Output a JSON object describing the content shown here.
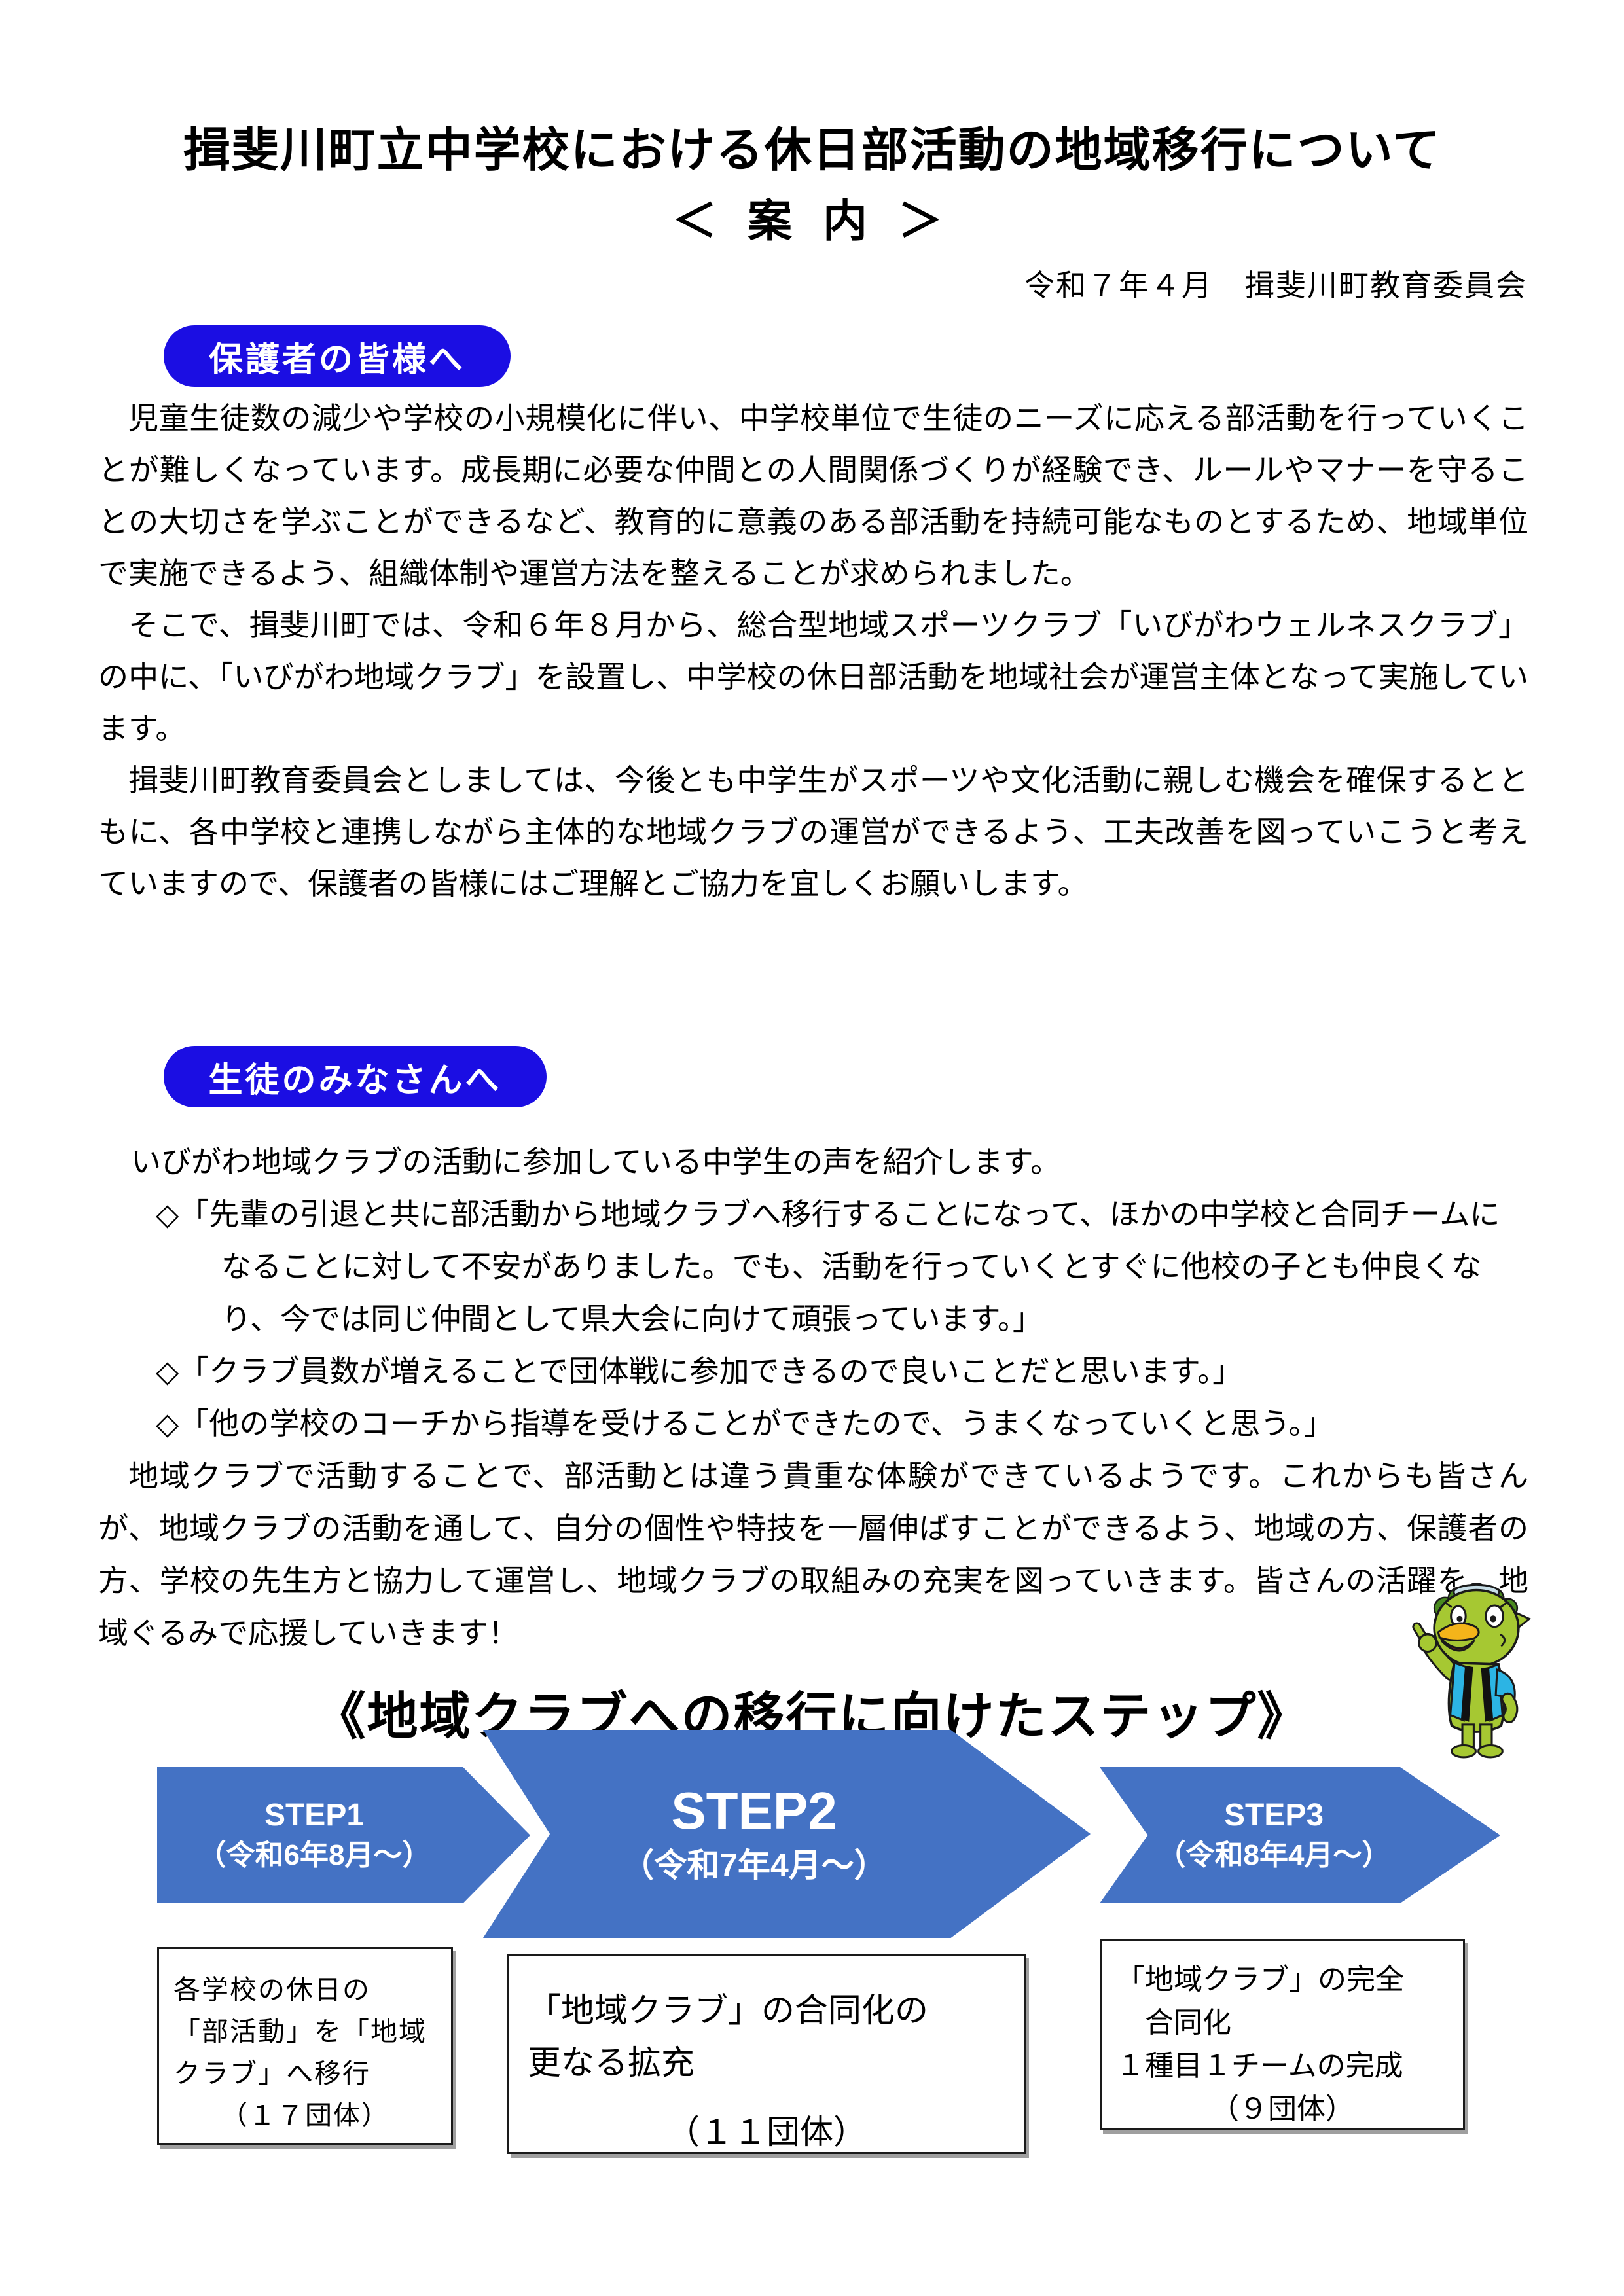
{
  "header": {
    "title": "揖斐川町立中学校における休日部活動の地域移行について",
    "subtitle": "＜ 案 内 ＞",
    "date_line": "令和７年４月　揖斐川町教育委員会"
  },
  "parents_section": {
    "badge": "保護者の皆様へ",
    "paragraphs": [
      "児童生徒数の減少や学校の小規模化に伴い、中学校単位で生徒のニーズに応える部活動を行っていくことが難しくなっています。成長期に必要な仲間との人間関係づくりが経験でき、ルールやマナーを守ることの大切さを学ぶことができるなど、教育的に意義のある部活動を持続可能なものとするため、地域単位で実施できるよう、組織体制や運営方法を整えることが求められました。",
      "そこで、揖斐川町では、令和６年８月から、総合型地域スポーツクラブ「いびがわウェルネスクラブ」の中に、「いびがわ地域クラブ」を設置し、中学校の休日部活動を地域社会が運営主体となって実施しています。",
      "揖斐川町教育委員会としましては、今後とも中学生がスポーツや文化活動に親しむ機会を確保するとともに、各中学校と連携しながら主体的な地域クラブの運営ができるよう、工夫改善を図っていこうと考えていますので、保護者の皆様にはご理解とご協力を宜しくお願いします。"
    ]
  },
  "students_section": {
    "badge": "生徒のみなさんへ",
    "intro": "いびがわ地域クラブの活動に参加している中学生の声を紹介します。",
    "quotes": [
      "◇「先輩の引退と共に部活動から地域クラブへ移行することになって、ほかの中学校と合同チームになることに対して不安がありました。でも、活動を行っていくとすぐに他校の子とも仲良くなり、今では同じ仲間として県大会に向けて頑張っています。」",
      "◇「クラブ員数が増えることで団体戦に参加できるので良いことだと思います。」",
      "◇「他の学校のコーチから指導を受けることができたので、うまくなっていくと思う。」"
    ],
    "closing": "地域クラブで活動することで、部活動とは違う貴重な体験ができているようです。これからも皆さんが、地域クラブの活動を通して、自分の個性や特技を一層伸ばすことができるよう、地域の方、保護者の方、学校の先生方と協力して運営し、地域クラブの取組みの充実を図っていきます。皆さんの活躍を、地域ぐるみで応援していきます！"
  },
  "steps_section": {
    "heading": "《地域クラブへの移行に向けたステップ》",
    "mascot_name": "kappa-mascot",
    "steps": [
      {
        "label": "STEP1",
        "period": "（令和6年8月～）",
        "box_lines": [
          "各学校の休日の",
          "「部活動」を「地域",
          "クラブ」へ移行",
          "（１７団体）"
        ]
      },
      {
        "label": "STEP2",
        "period": "（令和7年4月～）",
        "box_lines": [
          "「地域クラブ」の合同化の",
          "更なる拡充",
          "（１１団体）"
        ]
      },
      {
        "label": "STEP3",
        "period": "（令和8年4月～）",
        "box_lines": [
          "「地域クラブ」の完全",
          "合同化",
          "１種目１チームの完成",
          "（９団体）"
        ]
      }
    ]
  },
  "colors": {
    "badge_blue": "#1b0ee3",
    "arrow_blue": "#4472c4",
    "text_black": "#000000"
  }
}
